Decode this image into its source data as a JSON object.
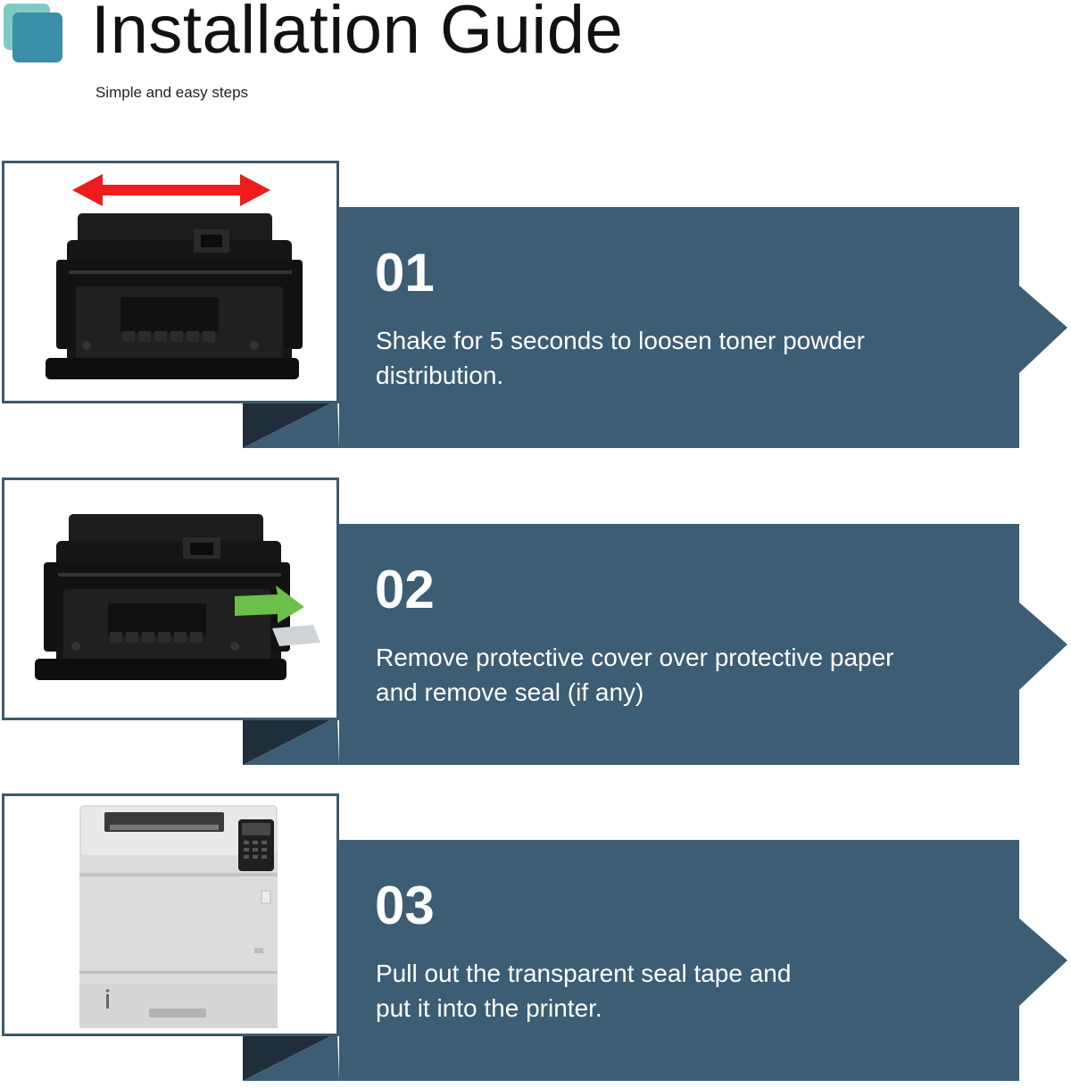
{
  "header": {
    "title": "Installation Guide",
    "subtitle": "Simple and easy steps"
  },
  "colors": {
    "banner": "#3c5d74",
    "banner_shadow": "#1f2e3a",
    "logo_back": "#7fc9c4",
    "logo_front": "#3a8ea8",
    "photo_border": "#3c5a6f",
    "arrow_red": "#ee1c1c",
    "arrow_green": "#6cc04a"
  },
  "steps": [
    {
      "number": "01",
      "text_line1": "Shake for 5 seconds to loosen toner powder",
      "text_line2": "distribution.",
      "image": "toner-cartridge-shake-photo"
    },
    {
      "number": "02",
      "text_line1": "Remove protective cover over protective paper",
      "text_line2": "and remove seal (if any)",
      "image": "toner-cartridge-seal-photo"
    },
    {
      "number": "03",
      "text_line1": "Pull out the transparent seal tape and",
      "text_line2": "put it into the printer.",
      "image": "laser-printer-photo"
    }
  ]
}
